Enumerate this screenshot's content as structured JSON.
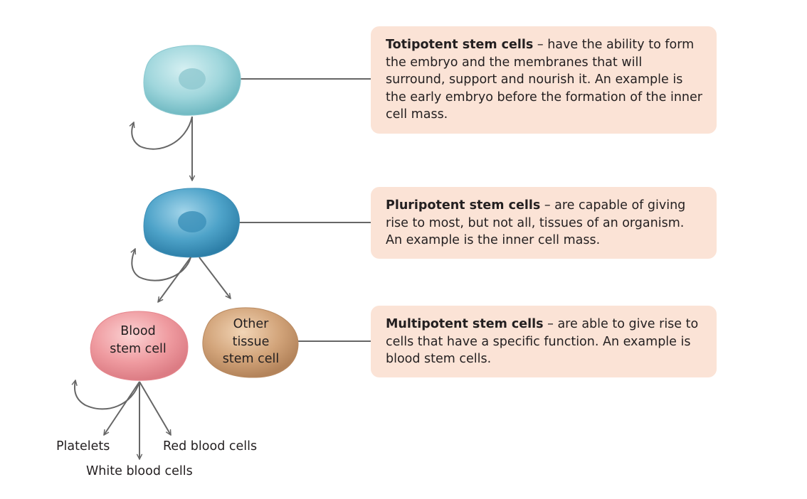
{
  "boxes": {
    "totipotent": {
      "term": "Totipotent stem cells",
      "text": " – have the ability to form the embryo and the membranes that will surround, support and nourish it. An example is the early embryo before the formation of the inner cell mass."
    },
    "pluripotent": {
      "term": "Pluripotent stem cells",
      "text": " – are capable of giving rise to most, but not all, tissues of an organism. An example is the inner cell mass."
    },
    "multipotent": {
      "term": "Multipotent stem cells",
      "text": " – are able to give rise to cells that have a specific function. An example is blood stem cells."
    }
  },
  "cells": {
    "blood": [
      "Blood",
      "stem cell"
    ],
    "other": [
      "Other",
      "tissue",
      "stem cell"
    ]
  },
  "outputs": {
    "platelets": "Platelets",
    "red": "Red blood cells",
    "white": "White blood cells"
  },
  "colors": {
    "totipotent_cell": "#9fd6dc",
    "pluripotent_cell": "#4ea3c9",
    "blood_cell": "#ef9ba0",
    "other_cell": "#d2a47a",
    "box_fill": "#fbe3d6",
    "line": "#666666"
  }
}
